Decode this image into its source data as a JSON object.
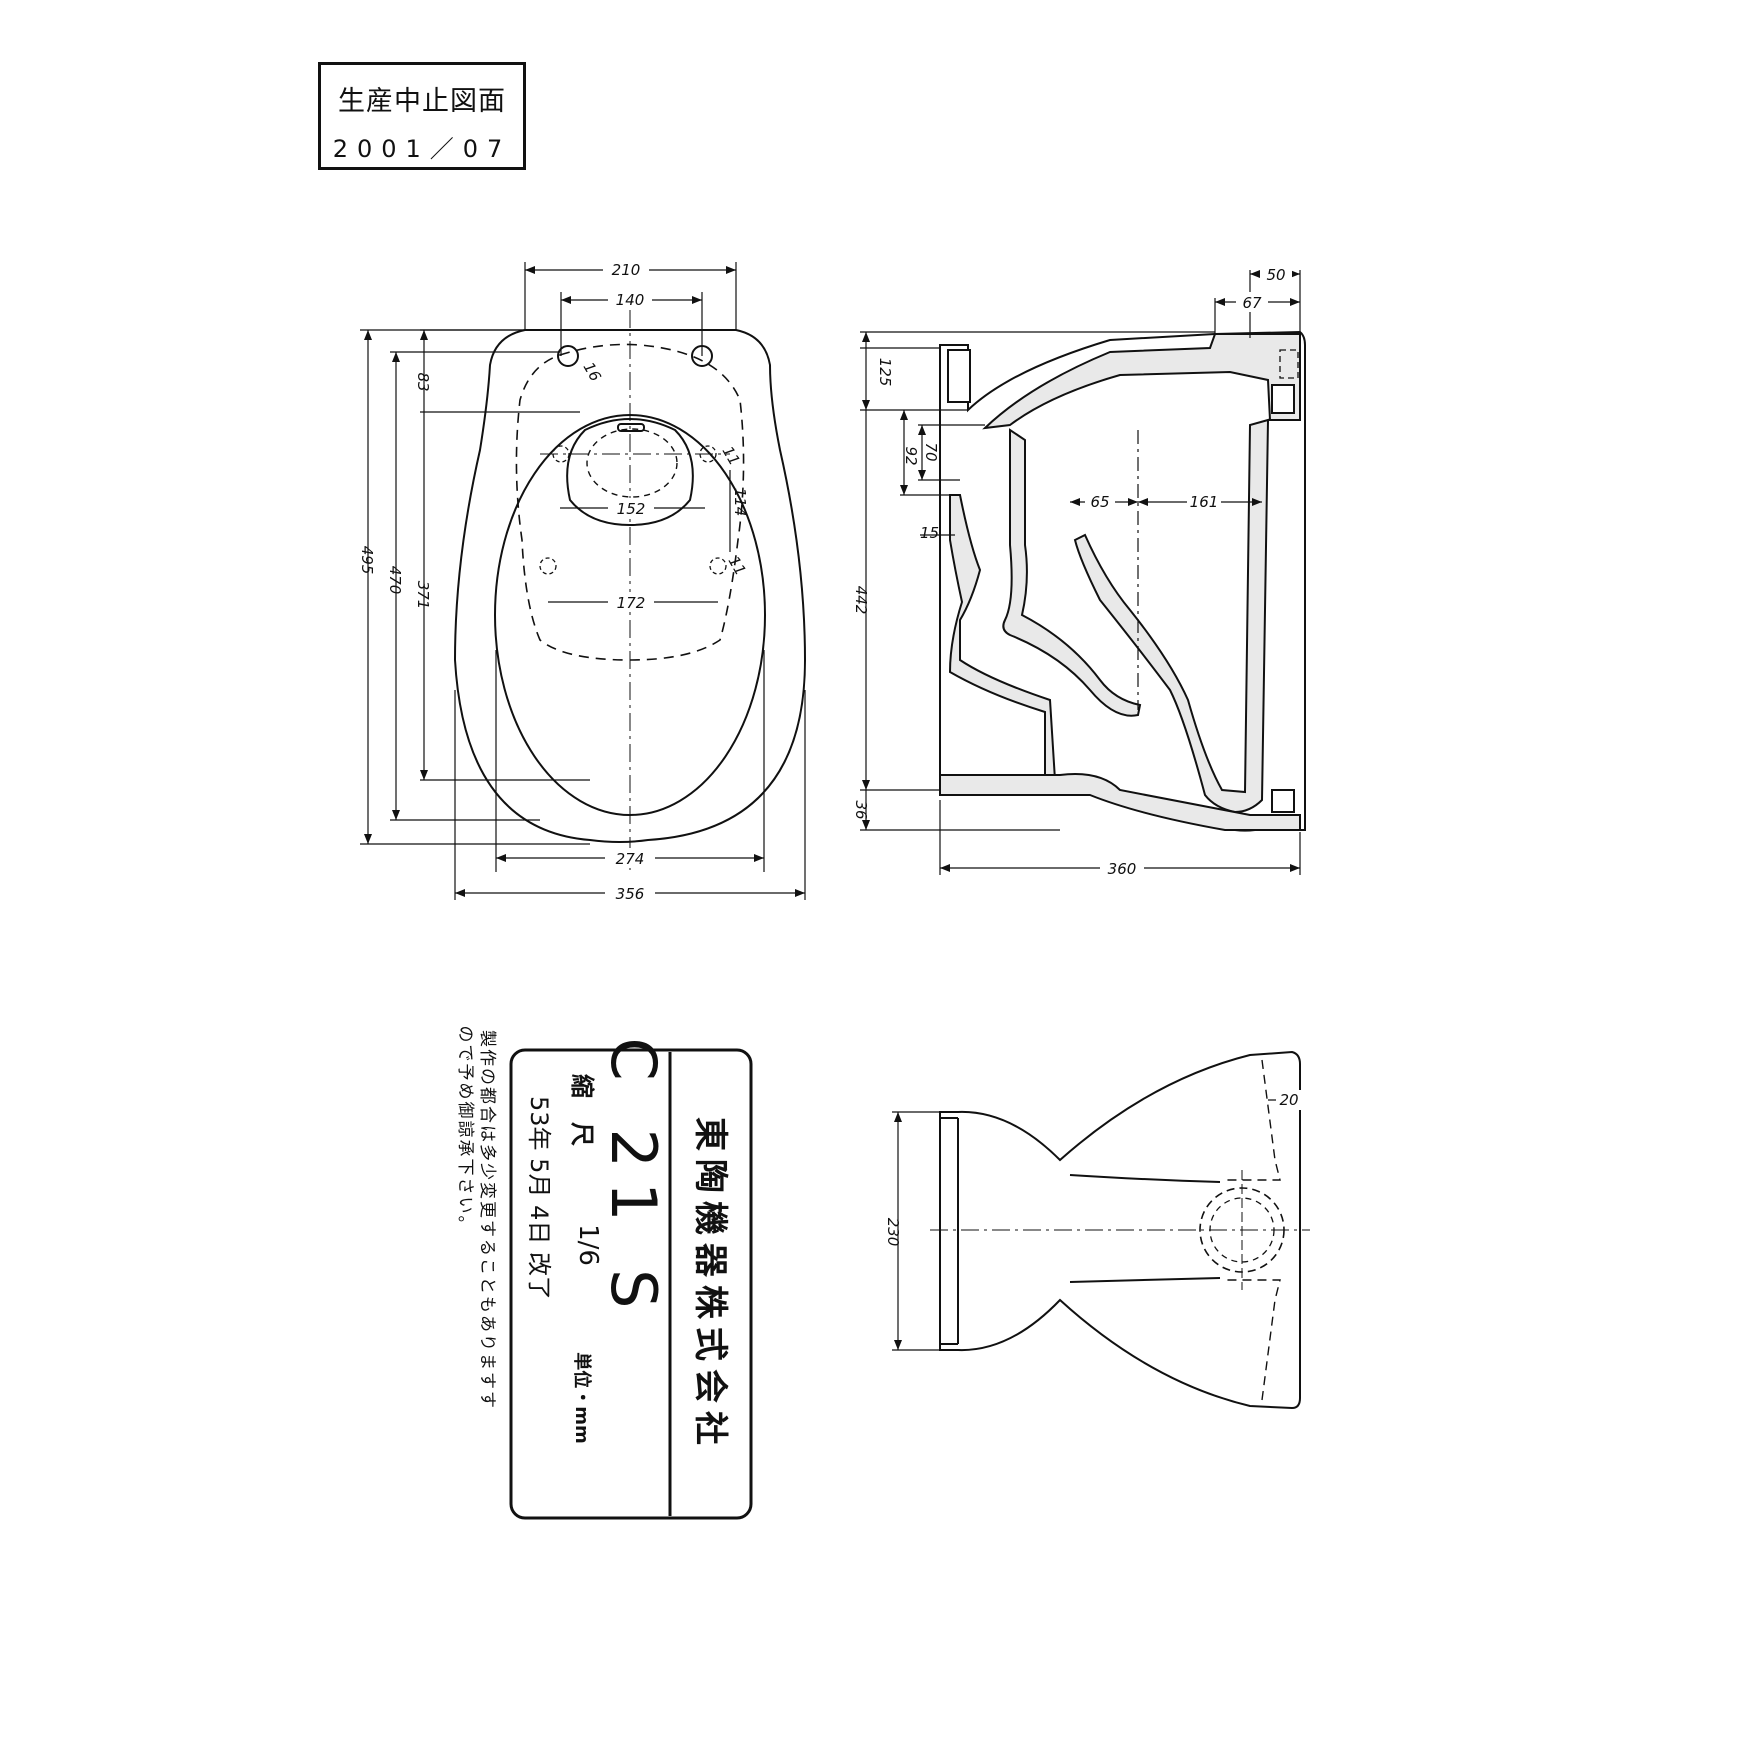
{
  "stamp": {
    "status": "生産中止図面",
    "date": "2001／07"
  },
  "top_view": {
    "widths": {
      "d210": "210",
      "d140": "140",
      "d274": "274",
      "d356": "356",
      "d152": "152",
      "d172": "172"
    },
    "lengths": {
      "d495": "495",
      "d470": "470",
      "d371": "371",
      "d83": "83",
      "d114": "114"
    },
    "holes": {
      "h16": "16",
      "h11a": "11",
      "h11b": "11"
    }
  },
  "side_view": {
    "dims": {
      "d50": "50",
      "d67": "67",
      "d125": "125",
      "d70": "70",
      "d92": "92",
      "d65": "65",
      "d161": "161",
      "d15": "15",
      "d442": "442",
      "d36": "36",
      "d360": "360"
    }
  },
  "bottom_view": {
    "dims": {
      "d230": "230",
      "d20": "20"
    }
  },
  "title_block": {
    "company": "東陶機器株式会社",
    "model": "C 21 S",
    "scale_label": "縮　尺",
    "scale_value": "1/6",
    "unit": "単位・mm",
    "date": "53年 5月 4日 改了",
    "note_line1": "製作の都合は多少変更することもありますす",
    "note_line2": "ので予め御諒承下さい。"
  },
  "colors": {
    "ink": "#111111",
    "paper": "#ffffff",
    "fill": "#e9e9e9"
  }
}
